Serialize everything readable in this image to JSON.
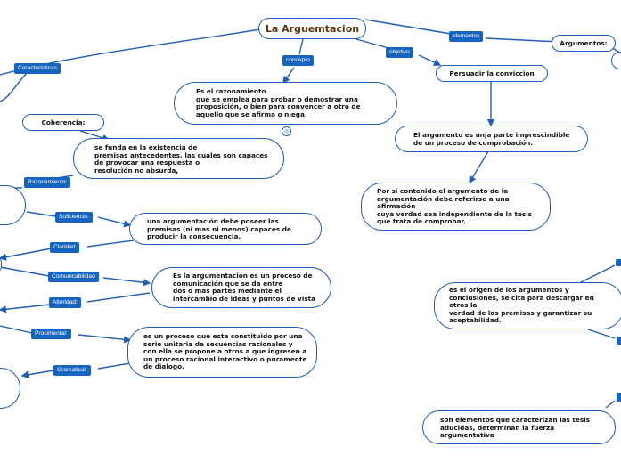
{
  "title": "La Arguemtacion",
  "labels": {
    "caracteristicas": "Características",
    "concepto": "concepto",
    "objetivo": "objetivo",
    "elementos": "elementos",
    "razonamiento": "Razonamiento:",
    "suficiencia": "Suficiencia:",
    "claridad": "Claridad",
    "comunicabilidad": "Comunicabilidad",
    "alteridad": "Alteridad:",
    "procimental": "Procimental:",
    "gramatical": "Gramatical:"
  },
  "nodes": {
    "argumentos": "Argumentos:",
    "coherencia": "Coherencia:",
    "persuadir": "Persuadir la conviccion",
    "concepto_text": "Es el razonamiento\nque se emplea para probar o demostrar una\nproposición, o bien para convencer a otro de\naquello que se afirma o niega.",
    "coherencia_text": "se funda en la existencia de\npremisas antecedentes, las cuales son capaces\nde provocar una respuesta o\nresolución no absurda,",
    "suficiencia_text": "una argumentación debe poseer las\npremisas (ni mas ni menos) capaces de\nproducir la consecuencia.",
    "comunicabilidad_text": "Es la argumentación es un proceso de\ncomunicación que se da entre\ndos o mas partes mediante el\nintercambio de ideas y puntos de vista",
    "procimental_text": "es un proceso que esta constituido por una\nserie unitaria de secuencias racionales y\ncon ella se propone a otros a que ingresen a\nun proceso racional interactivo o puramente\nde dialogo.",
    "objetivo_text": "El argumento es unja parte imprescindible\nde un proceso de comprobación.",
    "contenido_text": "Por si contenido el argumento de la\nargumentación debe referirse a una\nafirmación\ncuya verdad sea independiente de la tesis\nque trata de comprobar.",
    "premisas_text": "es el origen de los argumentos y\nconclusiones, se cita para descargar en\notros la\nverdad de las premisas y garantizar su\naceptabilidad.",
    "elementos_text": "son elementos que caracterizan las tesis\naducidas, determinan la fuerza\nargumentativa"
  },
  "attachment_icon": "attachment-icon"
}
